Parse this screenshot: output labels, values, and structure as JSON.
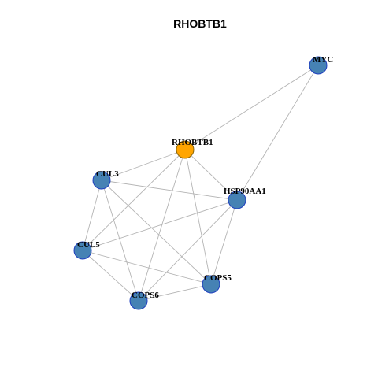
{
  "title": "RHOBTB1",
  "colors": {
    "hub_fill": "#FFA500",
    "hub_stroke": "#8B6508",
    "node_fill": "#4682B4",
    "node_stroke": "#1F3FBF",
    "edge": "#B4B4B4"
  },
  "nodes": [
    {
      "id": "RHOBTB1",
      "label": "RHOBTB1",
      "hub": true
    },
    {
      "id": "MYC",
      "label": "MYC",
      "hub": false
    },
    {
      "id": "CUL3",
      "label": "CUL3",
      "hub": false
    },
    {
      "id": "HSP90AA1",
      "label": "HSP90AA1",
      "hub": false
    },
    {
      "id": "CUL5",
      "label": "CUL5",
      "hub": false
    },
    {
      "id": "COPS5",
      "label": "COPS5",
      "hub": false
    },
    {
      "id": "COPS6",
      "label": "COPS6",
      "hub": false
    }
  ],
  "edges": [
    [
      "RHOBTB1",
      "MYC"
    ],
    [
      "RHOBTB1",
      "CUL3"
    ],
    [
      "RHOBTB1",
      "HSP90AA1"
    ],
    [
      "RHOBTB1",
      "CUL5"
    ],
    [
      "RHOBTB1",
      "COPS5"
    ],
    [
      "RHOBTB1",
      "COPS6"
    ],
    [
      "MYC",
      "HSP90AA1"
    ],
    [
      "CUL3",
      "HSP90AA1"
    ],
    [
      "CUL3",
      "CUL5"
    ],
    [
      "CUL3",
      "COPS5"
    ],
    [
      "CUL3",
      "COPS6"
    ],
    [
      "HSP90AA1",
      "CUL5"
    ],
    [
      "HSP90AA1",
      "COPS5"
    ],
    [
      "HSP90AA1",
      "COPS6"
    ],
    [
      "CUL5",
      "COPS5"
    ],
    [
      "CUL5",
      "COPS6"
    ],
    [
      "COPS5",
      "COPS6"
    ]
  ]
}
